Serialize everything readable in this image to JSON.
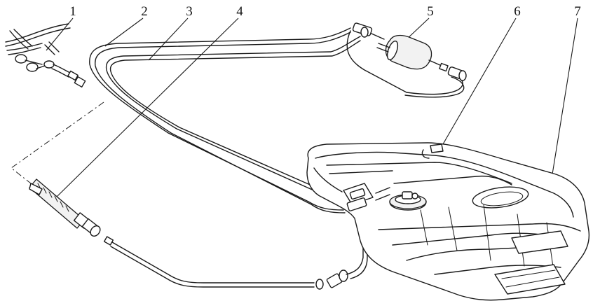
{
  "figure": {
    "callouts": [
      "1",
      "2",
      "3",
      "4",
      "5",
      "6",
      "7"
    ]
  },
  "parts": [
    "fuel-hose-assembly",
    "fuel-line-2",
    "fuel-line-3",
    "return-hose",
    "fuel-filter",
    "fuel-pump-sender-unit",
    "fuel-tank"
  ]
}
